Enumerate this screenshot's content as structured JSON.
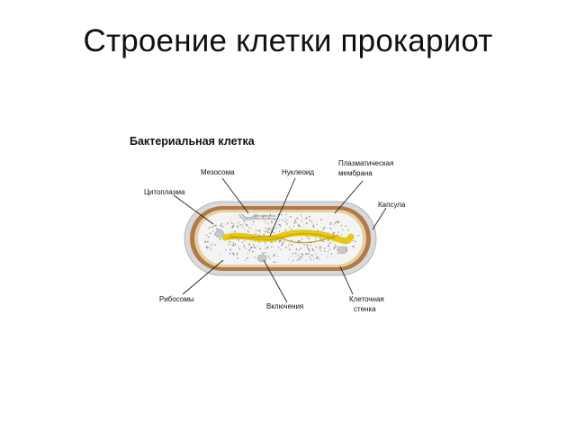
{
  "slide": {
    "title": "Строение клетки прокариот"
  },
  "diagram": {
    "heading": "Бактериальная клетка",
    "labels": {
      "mesosome": "Мезосома",
      "nucleoid": "Нуклеоид",
      "plasma_membrane": [
        "Плазматическая",
        "мембрана"
      ],
      "capsule": "Капсула",
      "cytoplasm": "Цитоплазма",
      "ribosomes": "Рибосомы",
      "inclusions": "Включения",
      "cell_wall": [
        "Клеточная",
        "стенка"
      ]
    },
    "colors": {
      "capsule_fill": "#d9d9d9",
      "cell_wall": "#b07a4a",
      "membrane": "#e6cfa0",
      "cytoplasm": "#f4f4f4",
      "nucleoid": "#e6c815",
      "ribosome_dots": "#8a8a8a",
      "leader_lines": "#222222"
    }
  }
}
